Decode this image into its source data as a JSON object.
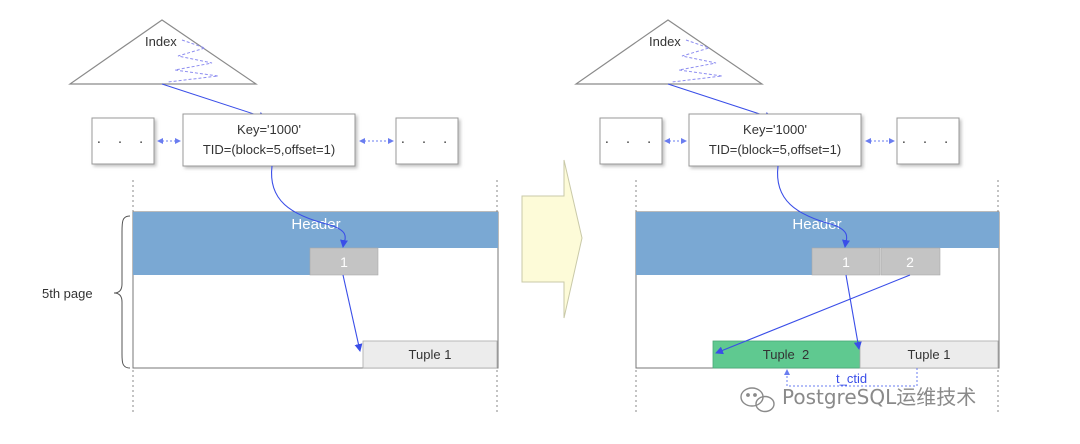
{
  "left": {
    "index_label": "Index",
    "key_line1": "Key='1000'",
    "key_line2": "TID=(block=5,offset=1)",
    "dots_left": "· · ·",
    "dots_right": "· · ·",
    "header_label": "Header",
    "slot1": "1",
    "tuple1": "Tuple 1",
    "page_label": "5th page"
  },
  "right": {
    "index_label": "Index",
    "key_line1": "Key='1000'",
    "key_line2": "TID=(block=5,offset=1)",
    "dots_left": "· · ·",
    "dots_right": "· · ·",
    "header_label": "Header",
    "slot1": "1",
    "slot2": "2",
    "tuple1": "Tuple 1",
    "tuple2": "Tuple  2",
    "t_ctid_label": "t_ctid"
  },
  "watermark": "PostgreSQL运维技术",
  "colors": {
    "header_blue": "#7aa8d3",
    "slot_gray": "#c4c4c4",
    "tuple_gray": "#ececec",
    "tuple2_green": "#5fc990",
    "arrow_blue": "#3a4ee8",
    "transition_arrow_fill": "#fdfbd8"
  }
}
